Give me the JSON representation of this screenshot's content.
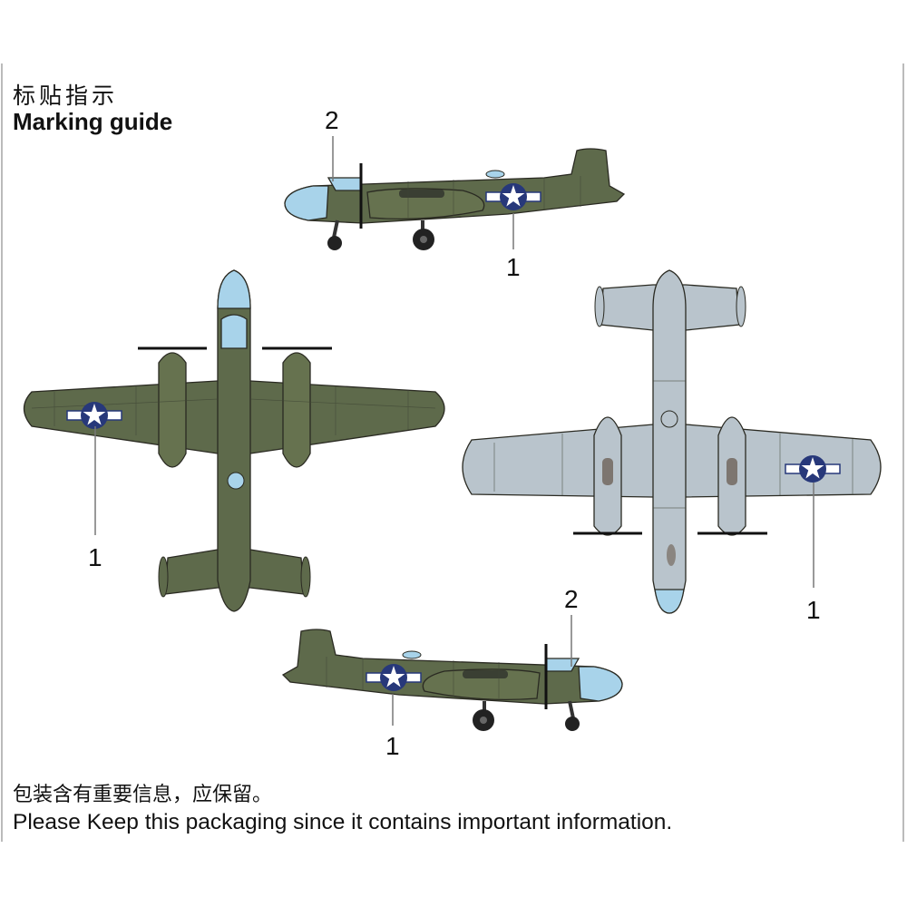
{
  "header": {
    "title_cn": "标贴指示",
    "title_en": "Marking guide"
  },
  "callouts": {
    "decal_1": "1",
    "decal_2": "2"
  },
  "footer": {
    "note_cn": "包装含有重要信息，应保留。",
    "note_en": "Please Keep this packaging since it contains important information."
  },
  "colors": {
    "olive": "#5e6a4b",
    "underside": "#b9c4cc",
    "canopy": "#a8d3ea",
    "roundel_blue": "#27387a"
  }
}
